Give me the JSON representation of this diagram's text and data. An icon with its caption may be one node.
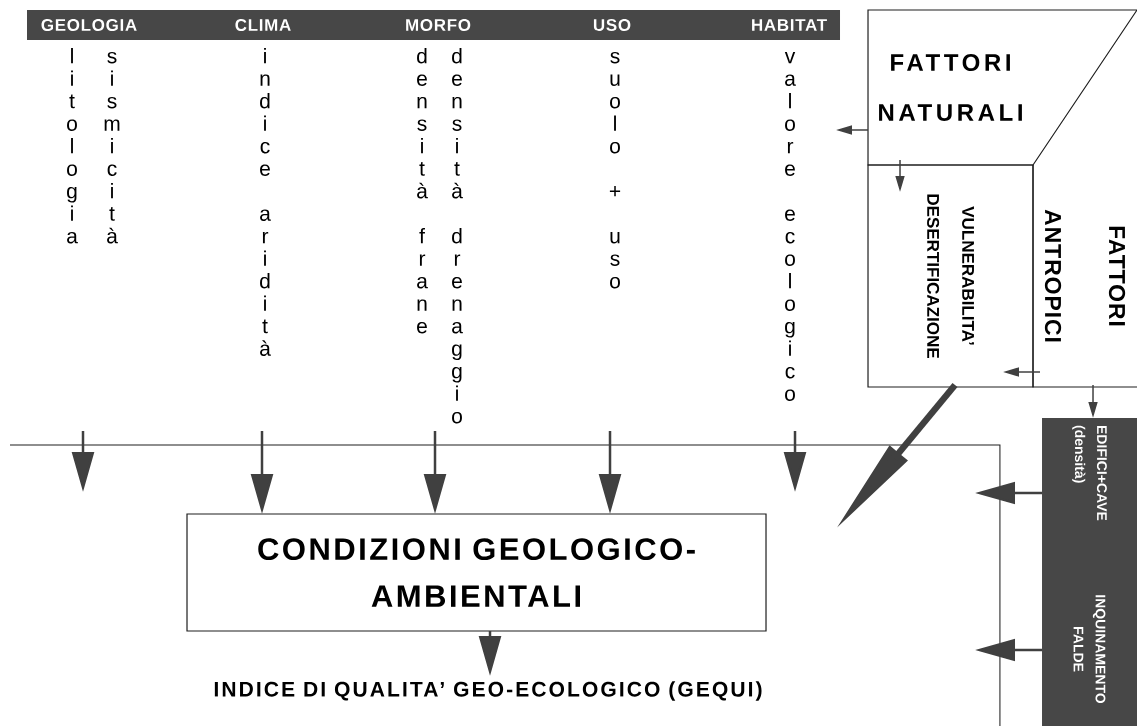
{
  "diagram": {
    "nodes": [
      {
        "text": [
          "GEOLOGIA",
          "litologia",
          "sismicità"
        ]
      },
      {
        "text": [
          "CLIMA",
          "indice aridità"
        ]
      },
      {
        "text": [
          "MORFO",
          "densità frane",
          "densità drenaggio"
        ]
      },
      {
        "text": [
          "USO",
          "suolo + uso"
        ]
      },
      {
        "text": [
          "HABITAT",
          "valore ecologico"
        ]
      },
      {
        "text": [
          "FATTORI NATURALI"
        ]
      },
      {
        "text": [
          "VULNERABILITA’ DESERTIFICAZIONE"
        ]
      },
      {
        "text": [
          "FATTORI ANTROPICI"
        ]
      },
      {
        "text": [
          "EDIFICI+CAVE (densità)"
        ]
      },
      {
        "text": [
          "INQUINAMENTO FALDE"
        ]
      },
      {
        "text": [
          "CONDIZIONI GEOLOGICO-AMBIENTALI"
        ]
      },
      {
        "text": [
          "INDICE DI QUALITA’ GEO-ECOLOGICO (GEQUI)"
        ]
      }
    ],
    "edges": [
      {
        "from": null,
        "to": 10,
        "arrow": "to"
      },
      {
        "from": 2,
        "to": 10,
        "arrow": "to"
      },
      {
        "from": null,
        "to": 10,
        "arrow": "to"
      },
      {
        "from": 5,
        "to": 4,
        "arrow": "to"
      },
      {
        "from": 5,
        "to": 6,
        "arrow": "to"
      },
      {
        "from": 7,
        "to": 6,
        "arrow": "to"
      },
      {
        "from": 7,
        "to": 8,
        "arrow": "to"
      },
      {
        "from": 6,
        "to": null,
        "arrow": "to",
        "style": "thick"
      },
      {
        "from": 8,
        "to": null,
        "arrow": "to"
      },
      {
        "from": 9,
        "to": null,
        "arrow": "to"
      },
      {
        "from": 10,
        "to": 11,
        "arrow": "to"
      }
    ]
  }
}
